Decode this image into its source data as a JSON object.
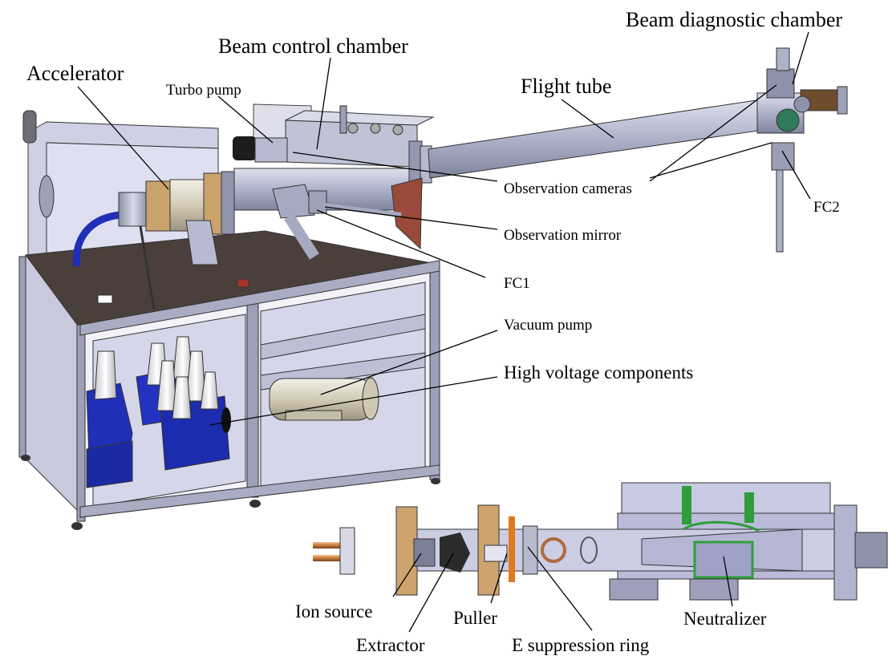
{
  "labels": {
    "beam_control_chamber": "Beam control chamber",
    "beam_diagnostic_chamber": "Beam diagnostic chamber",
    "accelerator": "Accelerator",
    "turbo_pump": "Turbo pump",
    "flight_tube": "Flight tube",
    "observation_cameras": "Observation cameras",
    "fc2": "FC2",
    "observation_mirror": "Observation mirror",
    "fc1": "FC1",
    "vacuum_pump": "Vacuum pump",
    "high_voltage_components": "High voltage components",
    "ion_source": "Ion source",
    "puller": "Puller",
    "neutralizer": "Neutralizer",
    "extractor": "Extractor",
    "e_suppression_ring": "E suppression ring"
  },
  "colors": {
    "frame_metal": "#b9bccb",
    "table_top": "#4a3f3a",
    "panel_lavender": "#d9d9ee",
    "hv_blue": "#1f2fb8",
    "insulator_white": "#e9e9ec",
    "copper": "#c8732a",
    "tube_steel": "#b4b8d0",
    "section_green": "#2e9e3a",
    "section_orange": "#e07a1f",
    "bracket_red": "#9a4a3a"
  }
}
